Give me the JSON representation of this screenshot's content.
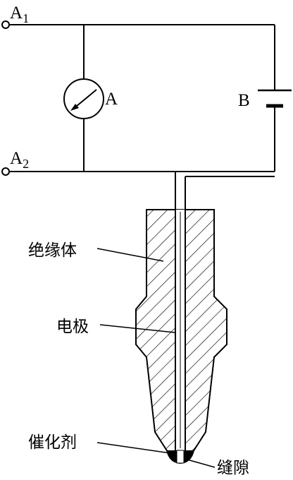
{
  "terminals": {
    "a1": {
      "letter": "A",
      "sub": "1"
    },
    "a2": {
      "letter": "A",
      "sub": "2"
    }
  },
  "meter_label": "A",
  "battery_label": "B",
  "parts": {
    "insulator": "绝缘体",
    "electrode": "电极",
    "catalyst": "催化剂",
    "gap": "缝隙"
  }
}
